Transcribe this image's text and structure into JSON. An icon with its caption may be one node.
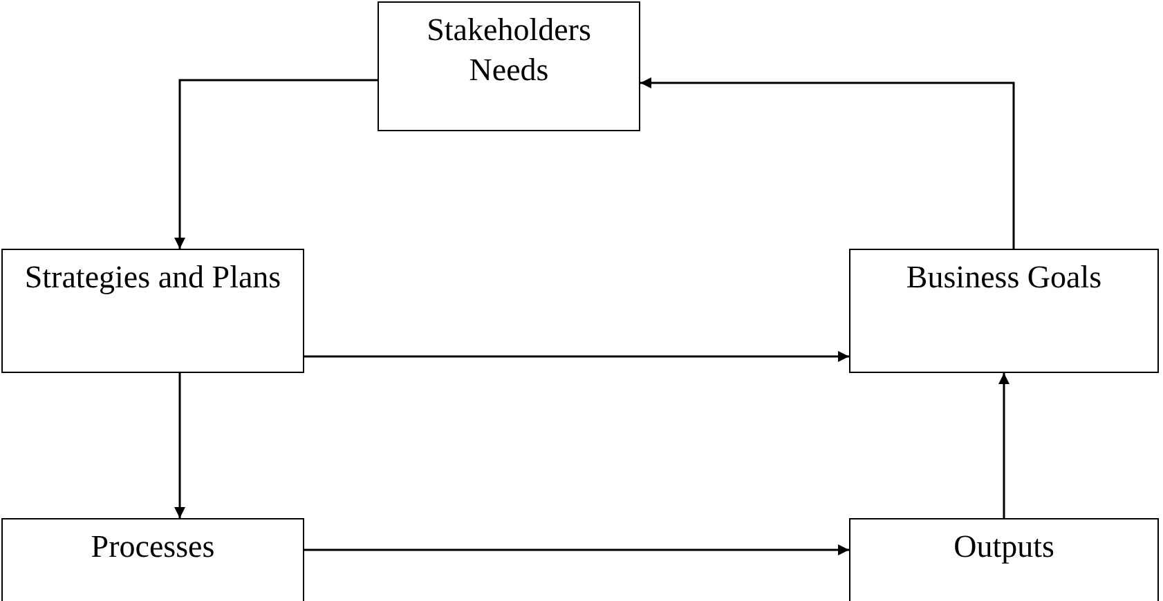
{
  "diagram": {
    "nodes": [
      {
        "text": [
          "Stakeholders Needs"
        ]
      },
      {
        "text": [
          "Strategies and Plans"
        ]
      },
      {
        "text": [
          "Business Goals"
        ]
      },
      {
        "text": [
          "Processes"
        ]
      },
      {
        "text": [
          "Outputs"
        ]
      }
    ],
    "edges": [
      {
        "from": 0,
        "to": 1,
        "arrow": "to"
      },
      {
        "from": 1,
        "to": 2,
        "arrow": "to"
      },
      {
        "from": 2,
        "to": 0,
        "arrow": "to"
      },
      {
        "from": 1,
        "to": 3,
        "arrow": "to"
      },
      {
        "from": 3,
        "to": 4,
        "arrow": "to"
      },
      {
        "from": 4,
        "to": 2,
        "arrow": "to"
      }
    ]
  }
}
